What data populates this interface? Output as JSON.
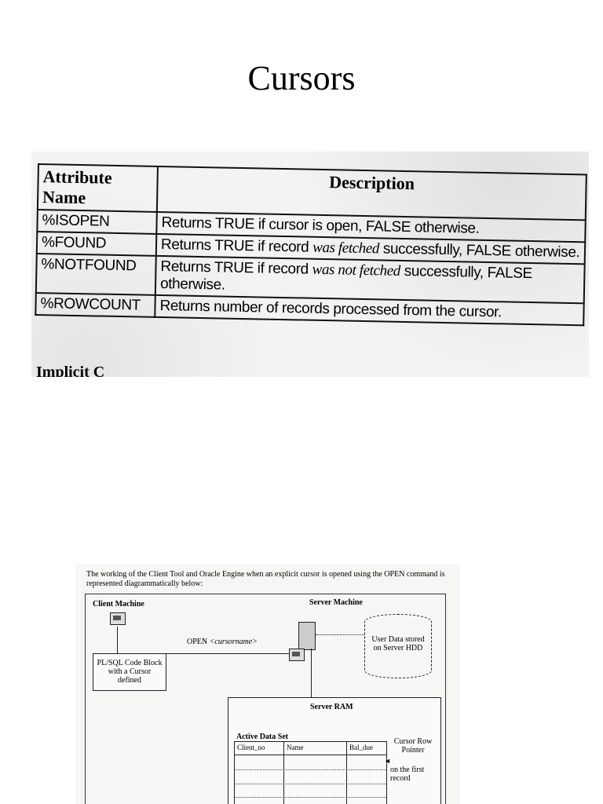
{
  "slide": {
    "title": "Cursors"
  },
  "attribute_table": {
    "headers": [
      "Attribute Name",
      "Description"
    ],
    "rows": [
      {
        "name": "%ISOPEN",
        "pre": "Returns TRUE if cursor is open, FALSE otherwise.",
        "em": "",
        "post": ""
      },
      {
        "name": "%FOUND",
        "pre": "Returns TRUE if record ",
        "em": "was fetched",
        "post": " successfully, FALSE otherwise."
      },
      {
        "name": "%NOTFOUND",
        "pre": "Returns TRUE if record ",
        "em": "was not fetched",
        "post": " successfully, FALSE otherwise."
      },
      {
        "name": "%ROWCOUNT",
        "pre": "Returns number of records processed from the cursor.",
        "em": "",
        "post": ""
      }
    ],
    "cut_text": "Implicit C"
  },
  "diagram": {
    "intro": "The working of the Client Tool and Oracle Engine when an explicit cursor is opened using the OPEN command is represented diagrammatically below:",
    "client_machine": "Client Machine",
    "server_machine": "Server Machine",
    "open_prefix": "OPEN ",
    "open_arg": "<cursorname>",
    "plsql_block": "PL/SQL Code Block with a Cursor defined",
    "user_data": "User Data stored on Server HDD",
    "server_ram": "Server RAM",
    "active_data_set": "Active Data Set",
    "columns": [
      "Client_no",
      "Name",
      "Bal_due"
    ],
    "cursor_row_pointer": "Cursor Row Pointer",
    "on_first_record": "on the first record"
  }
}
